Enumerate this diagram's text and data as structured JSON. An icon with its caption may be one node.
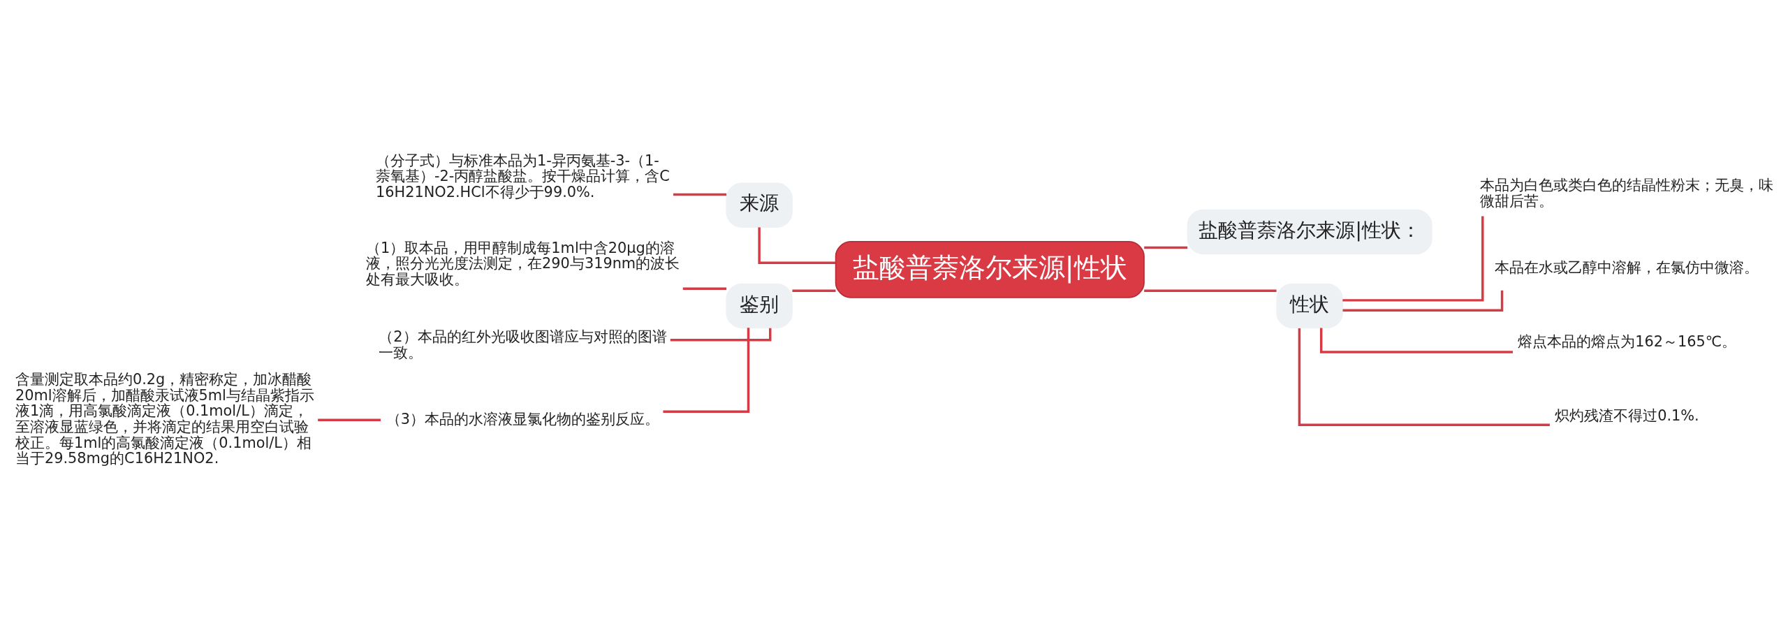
{
  "diagram": {
    "nodes": [
      {
        "text": [
          "盐酸普萘洛尔来源|性状"
        ]
      },
      {
        "text": [
          "来源"
        ]
      },
      {
        "text": [
          "（分子式）与标准本品为1-异丙氨基-3-（1-萘氧基）-2-丙醇盐酸盐。按干燥品计算，含C16H21NO2.HCl不得少于99.0%."
        ]
      },
      {
        "text": [
          "鉴别"
        ]
      },
      {
        "text": [
          "（1）取本品，用甲醇制成每1ml中含20μg的溶液，照分光光度法测定，在290与319nm的波长处有最大吸收。"
        ]
      },
      {
        "text": [
          "（2）本品的红外光吸收图谱应与对照的图谱一致。"
        ]
      },
      {
        "text": [
          "（3）本品的水溶液显氯化物的鉴别反应。"
        ]
      },
      {
        "text": [
          "含量测定取本品约0.2g，精密称定，加冰醋酸20ml溶解后，加醋酸汞试液5ml与结晶紫指示液1滴，用高氯酸滴定液（0.1mol/L）滴定，至溶液显蓝绿色，并将滴定的结果用空白试验校正。每1ml的高氯酸滴定液（0.1mol/L）相当于29.58mg的C16H21NO2."
        ]
      },
      {
        "text": [
          "盐酸普萘洛尔来源|性状："
        ]
      },
      {
        "text": [
          "性状"
        ]
      },
      {
        "text": [
          "本品为白色或类白色的结晶性粉末；无臭，味微甜后苦。"
        ]
      },
      {
        "text": [
          "本品在水或乙醇中溶解，在氯仿中微溶。"
        ]
      },
      {
        "text": [
          "熔点本品的熔点为162～165℃。"
        ]
      },
      {
        "text": [
          "炽灼残渣不得过0.1%."
        ]
      }
    ],
    "edges": [
      {
        "from": 0,
        "to": 1,
        "arrow": "none"
      },
      {
        "from": 1,
        "to": 2,
        "arrow": "none"
      },
      {
        "from": 0,
        "to": 3,
        "arrow": "none"
      },
      {
        "from": 3,
        "to": 4,
        "arrow": "none"
      },
      {
        "from": 3,
        "to": 5,
        "arrow": "none"
      },
      {
        "from": 3,
        "to": 6,
        "arrow": "none"
      },
      {
        "from": 6,
        "to": 7,
        "arrow": "none"
      },
      {
        "from": 0,
        "to": 8,
        "arrow": "none"
      },
      {
        "from": 0,
        "to": 9,
        "arrow": "none"
      },
      {
        "from": 9,
        "to": 10,
        "arrow": "none"
      },
      {
        "from": 9,
        "to": 11,
        "arrow": "none"
      },
      {
        "from": 9,
        "to": 12,
        "arrow": "none"
      },
      {
        "from": 9,
        "to": 13,
        "arrow": "none"
      }
    ]
  }
}
